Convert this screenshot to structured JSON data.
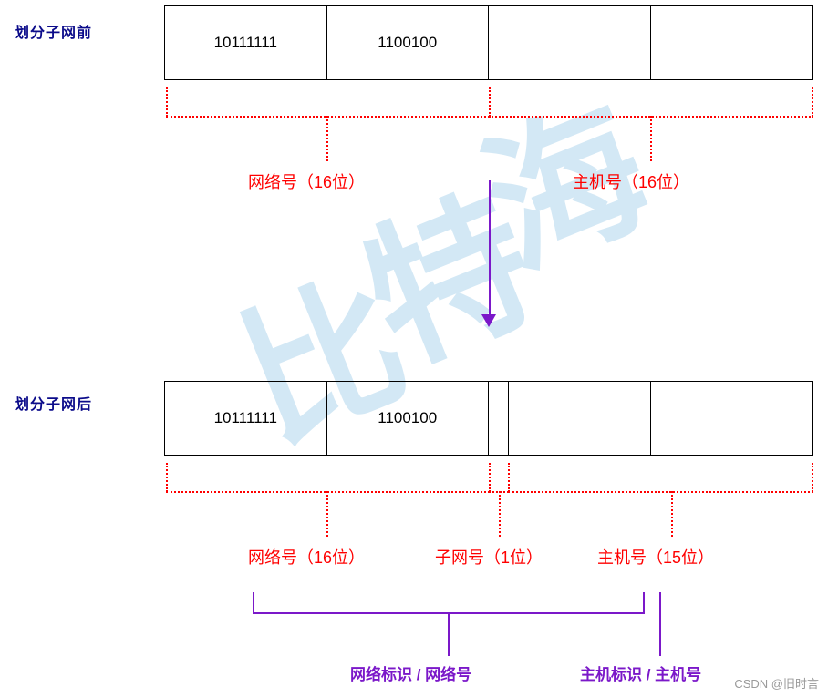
{
  "diagram": {
    "title_before": "划分子网前",
    "title_after": "划分子网后",
    "watermark": "比特海",
    "credit": "CSDN @旧时言",
    "colors": {
      "label_blue": "#0b0b8a",
      "annotation_red": "#ff0000",
      "bracket_purple": "#7b18c9",
      "border_black": "#000000",
      "watermark_blue": "#d3e8f5"
    },
    "before": {
      "label": "划分子网前",
      "octets": [
        "10111111",
        "1100100",
        "",
        ""
      ],
      "annotations": [
        {
          "text": "网络号（16位）"
        },
        {
          "text": "主机号（16位）"
        }
      ]
    },
    "after": {
      "label": "划分子网后",
      "octets": [
        "10111111",
        "1100100",
        "",
        "",
        ""
      ],
      "annotations": [
        {
          "text": "网络号（16位）"
        },
        {
          "text": "子网号（1位）"
        },
        {
          "text": "主机号（15位）"
        }
      ],
      "braces": [
        {
          "text": "网络标识 / 网络号"
        },
        {
          "text": "主机标识 / 主机号"
        }
      ]
    }
  }
}
